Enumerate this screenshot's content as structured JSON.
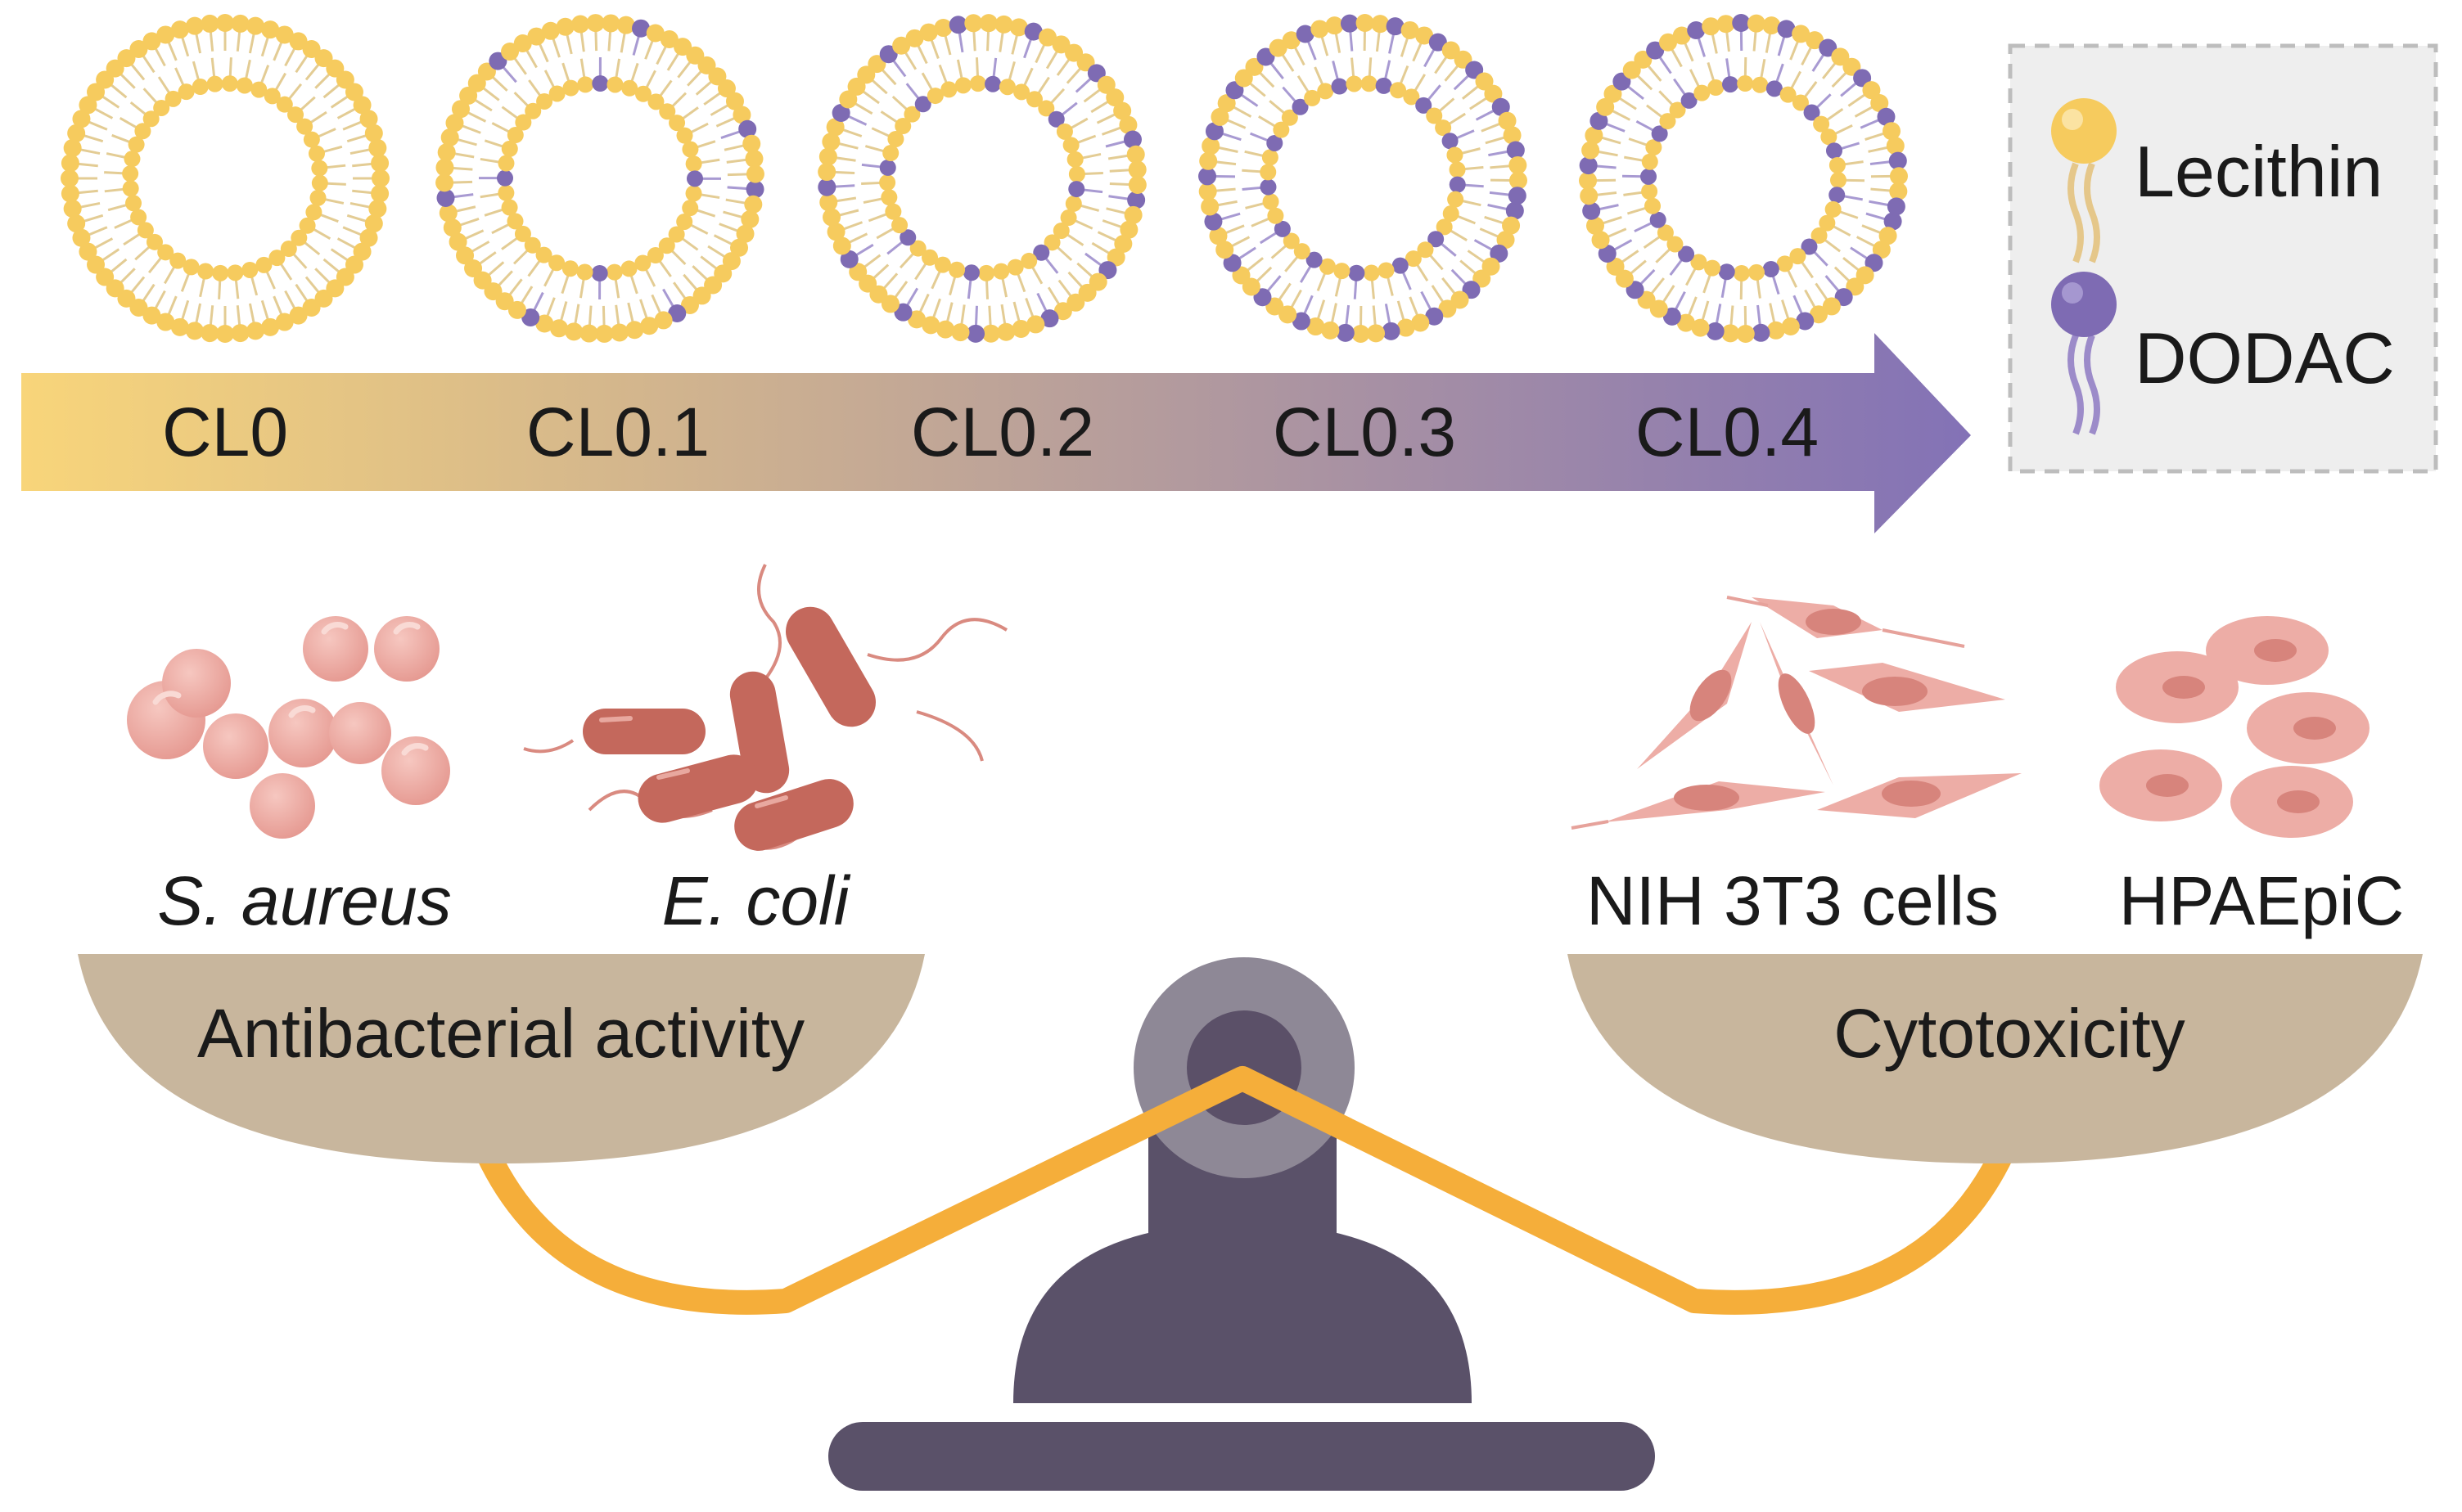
{
  "stages": [
    "CL0",
    "CL0.1",
    "CL0.2",
    "CL0.3",
    "CL0.4"
  ],
  "dodac_fraction": [
    0,
    0.1,
    0.2,
    0.3,
    0.4
  ],
  "legend": {
    "lecithin": "Lecithin",
    "dodac": "DODAC"
  },
  "left_pan": {
    "label": "Antibacterial activity",
    "organisms": [
      "S. aureus",
      "E. coli"
    ]
  },
  "right_pan": {
    "label": "Cytotoxicity",
    "cells": [
      "NIH 3T3 cells",
      "HPAEpiC"
    ]
  },
  "colors": {
    "lecithin": "#F6CB5E",
    "dodac": "#7E6BB3",
    "arrow_start": "#F8D57A",
    "arrow_end": "#8372B6",
    "pan": "#C8B69D",
    "beam": "#F5AE3A",
    "stand": "#5A5169",
    "pivot_outer": "#8E8896",
    "pivot_inner": "#5B5068",
    "bacteria": "#E7A19A",
    "bacteria_rod": "#C4685C",
    "cells": "#EDADA6"
  }
}
